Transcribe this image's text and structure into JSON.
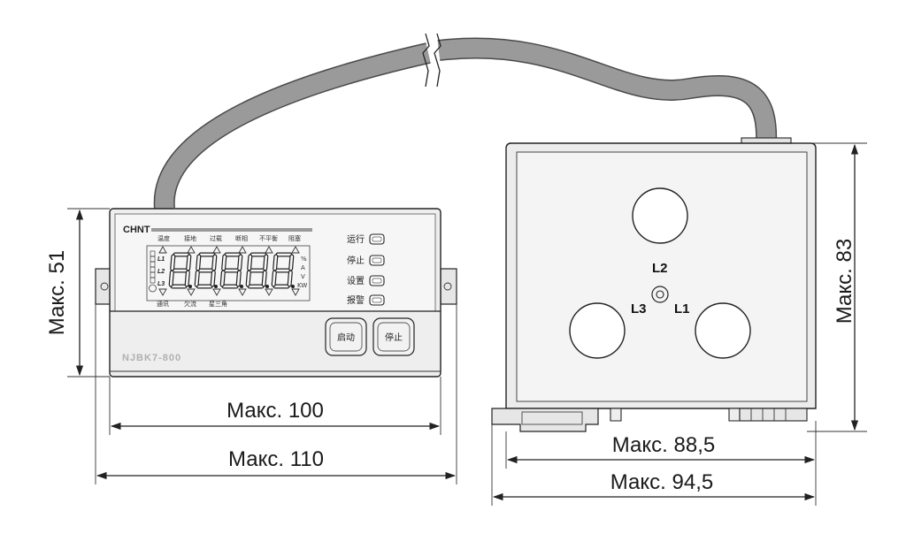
{
  "module": {
    "brand": "CHNT",
    "model": "NJBK7-800",
    "top_labels": [
      "温度",
      "接地",
      "过载",
      "断相",
      "不平衡",
      "阻塞"
    ],
    "bottom_labels": [
      "通讯",
      "欠流",
      "星三角"
    ],
    "phase_labels": [
      "L1",
      "L2",
      "L3"
    ],
    "right_units": [
      "%",
      "A",
      "V",
      "KW"
    ],
    "indicators": [
      "运行",
      "停止",
      "设置",
      "报警"
    ],
    "buttons": {
      "start": "启动",
      "stop": "停止"
    }
  },
  "transformer": {
    "phases": {
      "l1": "L1",
      "l2": "L2",
      "l3": "L3"
    }
  },
  "dimensions": {
    "module_height": "Макс. 51",
    "module_width_body": "Макс. 100",
    "module_width_total": "Макс. 110",
    "transformer_height": "Макс. 83",
    "transformer_width_body": "Макс. 88,5",
    "transformer_width_total": "Макс. 94,5"
  },
  "colors": {
    "cable": "#9a9a9a",
    "cable_edge": "#4a4a4a",
    "body_fill": "#ececec",
    "panel_fill": "#f4f4f4",
    "line": "#222222"
  }
}
